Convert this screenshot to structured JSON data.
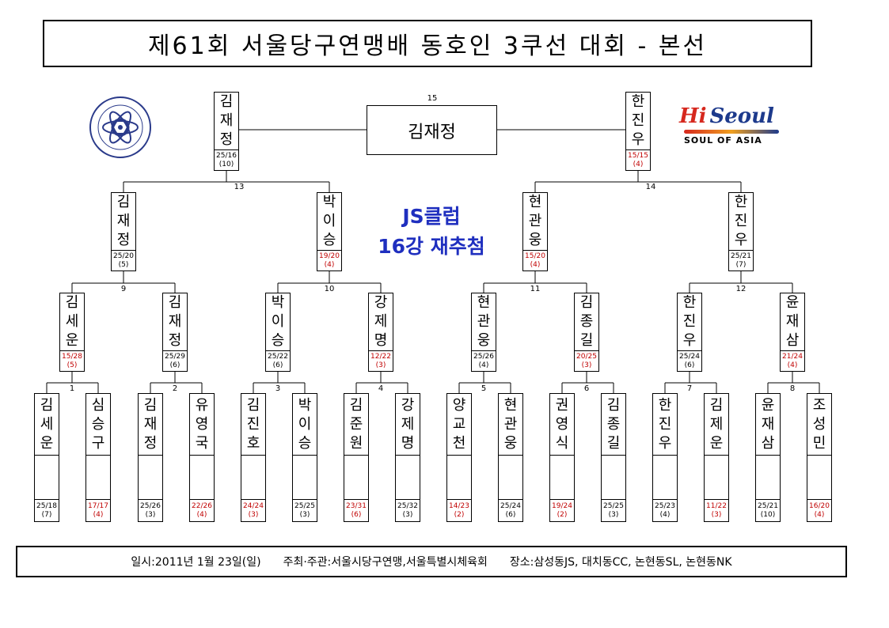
{
  "title": "제61회 서울당구연맹배 동호인 3쿠선 대회 - 본선",
  "footer": {
    "date": "일시:2011년 1월 23일(일)",
    "host": "주최·주관:서울시당구연맹,서울특별시체육회",
    "venue": "장소:삼성동JS, 대치동CC, 논현동SL, 논현동NK"
  },
  "note": {
    "line1": "JS클럽",
    "line2": "16강 재추첨"
  },
  "winner": "김재정",
  "logo": {
    "hi": "Hi",
    "seoul": "Seoul",
    "soul": "SOUL OF ASIA"
  },
  "colors": {
    "accent": "#c00000",
    "note": "#1f2fbf"
  },
  "match_numbers": {
    "m1": "1",
    "m2": "2",
    "m3": "3",
    "m4": "4",
    "m5": "5",
    "m6": "6",
    "m7": "7",
    "m8": "8",
    "m9": "9",
    "m10": "10",
    "m11": "11",
    "m12": "12",
    "m13": "13",
    "m14": "14",
    "m15": "15"
  },
  "round16": [
    {
      "name": [
        "김",
        "세",
        "운"
      ],
      "score": "25/18",
      "inning": "(7)",
      "red": false
    },
    {
      "name": [
        "심",
        "승",
        "구"
      ],
      "score": "17/17",
      "inning": "(4)",
      "red": true
    },
    {
      "name": [
        "김",
        "재",
        "정"
      ],
      "score": "25/26",
      "inning": "(3)",
      "red": false
    },
    {
      "name": [
        "유",
        "영",
        "국"
      ],
      "score": "22/26",
      "inning": "(4)",
      "red": true
    },
    {
      "name": [
        "김",
        "진",
        "호"
      ],
      "score": "24/24",
      "inning": "(3)",
      "red": true
    },
    {
      "name": [
        "박",
        "이",
        "승"
      ],
      "score": "25/25",
      "inning": "(3)",
      "red": false
    },
    {
      "name": [
        "김",
        "준",
        "원"
      ],
      "score": "23/31",
      "inning": "(6)",
      "red": true
    },
    {
      "name": [
        "강",
        "제",
        "명"
      ],
      "score": "25/32",
      "inning": "(3)",
      "red": false
    },
    {
      "name": [
        "양",
        "교",
        "천"
      ],
      "score": "14/23",
      "inning": "(2)",
      "red": true
    },
    {
      "name": [
        "현",
        "관",
        "웅"
      ],
      "score": "25/24",
      "inning": "(6)",
      "red": false
    },
    {
      "name": [
        "권",
        "영",
        "식"
      ],
      "score": "19/24",
      "inning": "(2)",
      "red": true
    },
    {
      "name": [
        "김",
        "종",
        "길"
      ],
      "score": "25/25",
      "inning": "(3)",
      "red": false
    },
    {
      "name": [
        "한",
        "진",
        "우"
      ],
      "score": "25/23",
      "inning": "(4)",
      "red": false
    },
    {
      "name": [
        "김",
        "제",
        "운"
      ],
      "score": "11/22",
      "inning": "(3)",
      "red": true
    },
    {
      "name": [
        "윤",
        "재",
        "삼"
      ],
      "score": "25/21",
      "inning": "(10)",
      "red": false
    },
    {
      "name": [
        "조",
        "성",
        "민"
      ],
      "score": "16/20",
      "inning": "(4)",
      "red": true
    }
  ],
  "quarter": [
    {
      "name": [
        "김",
        "세",
        "운"
      ],
      "score": "15/28",
      "inning": "(5)",
      "red": true
    },
    {
      "name": [
        "김",
        "재",
        "정"
      ],
      "score": "25/29",
      "inning": "(6)",
      "red": false
    },
    {
      "name": [
        "박",
        "이",
        "승"
      ],
      "score": "25/22",
      "inning": "(6)",
      "red": false
    },
    {
      "name": [
        "강",
        "제",
        "명"
      ],
      "score": "12/22",
      "inning": "(3)",
      "red": true
    },
    {
      "name": [
        "현",
        "관",
        "웅"
      ],
      "score": "25/26",
      "inning": "(4)",
      "red": false
    },
    {
      "name": [
        "김",
        "종",
        "길"
      ],
      "score": "20/25",
      "inning": "(3)",
      "red": true
    },
    {
      "name": [
        "한",
        "진",
        "우"
      ],
      "score": "25/24",
      "inning": "(6)",
      "red": false
    },
    {
      "name": [
        "윤",
        "재",
        "삼"
      ],
      "score": "21/24",
      "inning": "(4)",
      "red": true
    }
  ],
  "semi": [
    {
      "name": [
        "김",
        "재",
        "정"
      ],
      "score": "25/20",
      "inning": "(5)",
      "red": false
    },
    {
      "name": [
        "박",
        "이",
        "승"
      ],
      "score": "19/20",
      "inning": "(4)",
      "red": true
    },
    {
      "name": [
        "현",
        "관",
        "웅"
      ],
      "score": "15/20",
      "inning": "(4)",
      "red": true
    },
    {
      "name": [
        "한",
        "진",
        "우"
      ],
      "score": "25/21",
      "inning": "(7)",
      "red": false
    }
  ],
  "final": [
    {
      "name": [
        "김",
        "재",
        "정"
      ],
      "score": "25/16",
      "inning": "(10)",
      "red": false
    },
    {
      "name": [
        "한",
        "진",
        "우"
      ],
      "score": "15/15",
      "inning": "(4)",
      "red": true
    }
  ]
}
